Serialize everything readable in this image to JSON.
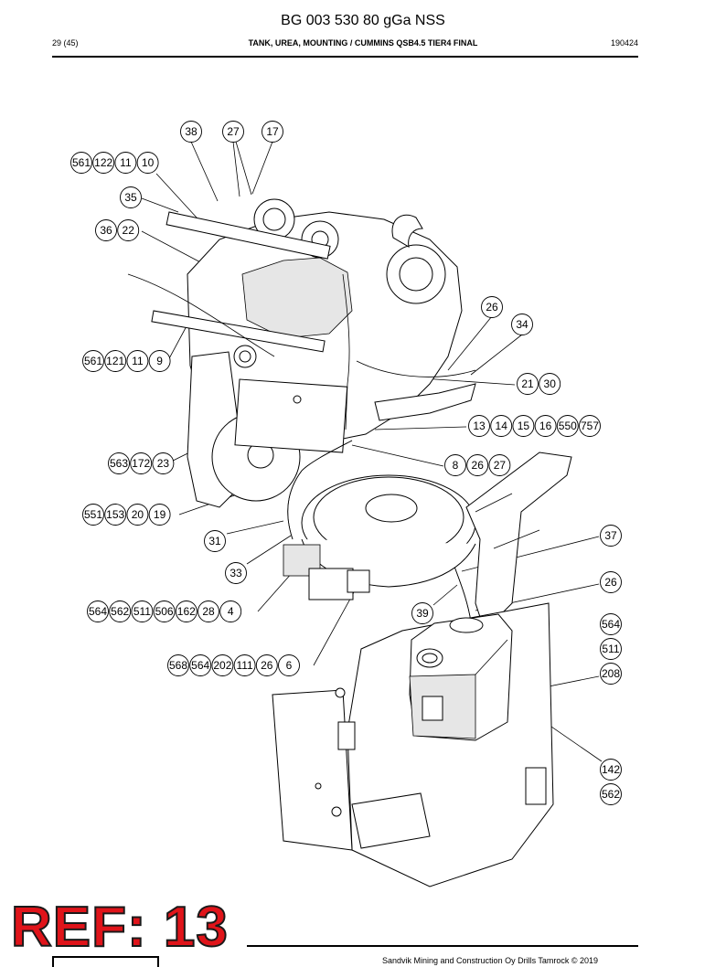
{
  "header": {
    "title": "BG 003 530 80 gGa NSS",
    "page": "29 (45)",
    "subtitle": "TANK, UREA, MOUNTING / CUMMINS QSB4.5 TIER4 FINAL",
    "date": "190424"
  },
  "ref_label": "REF: 13",
  "footer_text": "Sandvik Mining and Construction Oy Drills Tamrock © 2019",
  "callout_groups": [
    [
      "38"
    ],
    [
      "27"
    ],
    [
      "17"
    ],
    [
      "561",
      "122",
      "11",
      "10"
    ],
    [
      "35"
    ],
    [
      "36",
      "22"
    ],
    [
      "26"
    ],
    [
      "34"
    ],
    [
      "561",
      "121",
      "11",
      "9"
    ],
    [
      "21",
      "30"
    ],
    [
      "13",
      "14",
      "15",
      "16",
      "550",
      "757"
    ],
    [
      "563",
      "172",
      "23"
    ],
    [
      "8",
      "26",
      "27"
    ],
    [
      "551",
      "153",
      "20",
      "19"
    ],
    [
      "37"
    ],
    [
      "31"
    ],
    [
      "33"
    ],
    [
      "26"
    ],
    [
      "564",
      "562",
      "511",
      "506",
      "162",
      "28",
      "4"
    ],
    [
      "39"
    ],
    [
      "564"
    ],
    [
      "511"
    ],
    [
      "568",
      "564",
      "202",
      "111",
      "26",
      "6"
    ],
    [
      "208"
    ],
    [
      "142"
    ],
    [
      "562"
    ]
  ]
}
